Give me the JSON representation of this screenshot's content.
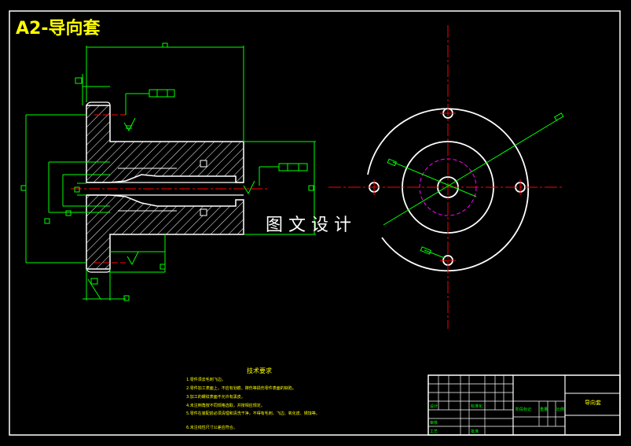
{
  "drawing": {
    "title": "A2-导向套",
    "watermark": "图 文 设 计",
    "tech_requirements": {
      "heading": "技术要求",
      "items": [
        "1.零件须去毛刺飞边。",
        "2.零件加工表面上，不应有划痕、擦伤等损伤零件表面的缺陷。",
        "3.加工的螺纹表面不允许有黑皮。",
        "4.未注倒角按不同规格选取，并按相应规定。",
        "5.零件在装配前必须清理和清洗干净，不得有毛刺、飞边、氧化皮、锈蚀等。",
        "6.未注线性尺寸公差应符合。"
      ]
    },
    "title_block": {
      "part_name": "导向套",
      "cells": [
        "设计",
        "标准化",
        "审核",
        "工艺",
        "批准",
        "阶段标记",
        "重量",
        "比例"
      ]
    }
  },
  "colors": {
    "background": "#000000",
    "outline": "#ffffff",
    "dimension": "#00ff00",
    "centerline": "#ff0000",
    "hidden": "#ff00ff",
    "title": "#ffff00"
  }
}
